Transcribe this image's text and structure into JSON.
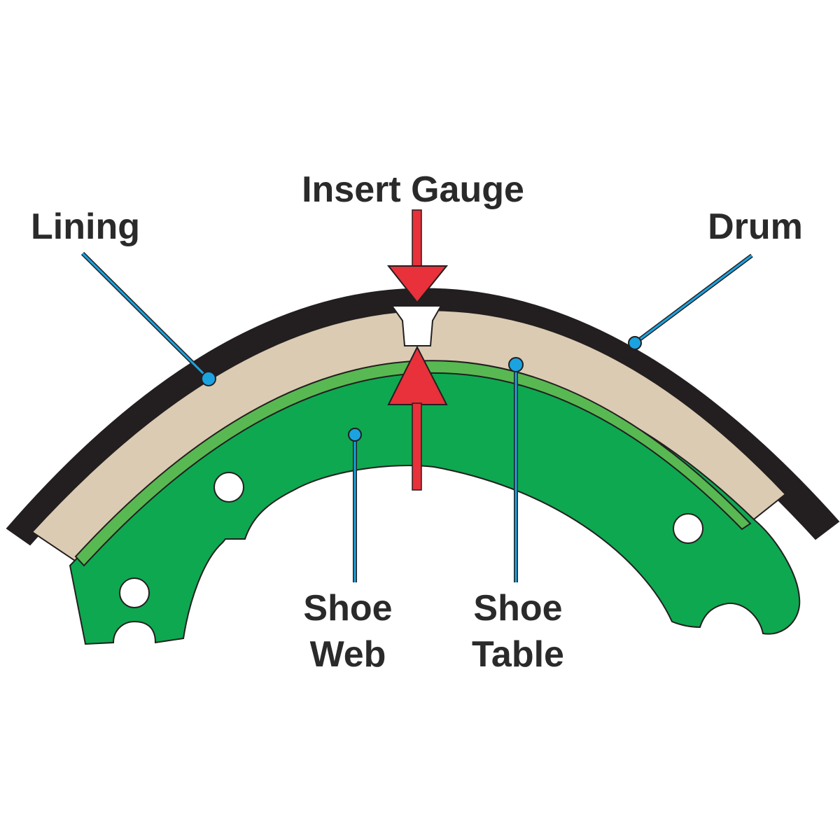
{
  "labels": {
    "insert_gauge": "Insert Gauge",
    "lining": "Lining",
    "drum": "Drum",
    "shoe_web_line1": "Shoe",
    "shoe_web_line2": "Web",
    "shoe_table_line1": "Shoe",
    "shoe_table_line2": "Table"
  },
  "colors": {
    "drum": "#231f20",
    "lining": "#dbcbb2",
    "shoe_table": "#58b952",
    "shoe_web": "#0ea850",
    "arrow": "#e8313a",
    "leader": "#1aa3e0",
    "text": "#2a2a2a"
  }
}
